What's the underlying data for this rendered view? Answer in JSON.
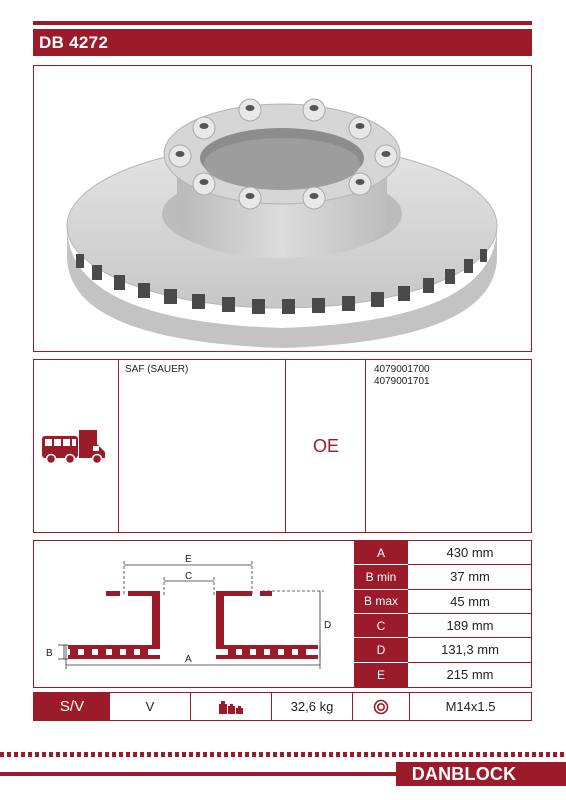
{
  "header": {
    "title": "DB 4272"
  },
  "application": {
    "vehicle_icon": "truck-bus-icon",
    "make": "SAF (SAUER)",
    "oe_label": "OE",
    "oe_numbers": [
      "4079001700",
      "4079001701"
    ]
  },
  "diagram": {
    "labels": {
      "A": "A",
      "B": "B",
      "C": "C",
      "D": "D",
      "E": "E"
    }
  },
  "specs": [
    {
      "key": "A",
      "value": "430 mm"
    },
    {
      "key": "B min",
      "value": "37 mm"
    },
    {
      "key": "B max",
      "value": "45 mm"
    },
    {
      "key": "C",
      "value": "189 mm"
    },
    {
      "key": "D",
      "value": "131,3 mm"
    },
    {
      "key": "E",
      "value": "215 mm"
    }
  ],
  "footer_strip": {
    "sv_label": "S/V",
    "sv_value": "V",
    "weight_icon": "weights-icon",
    "weight_value": "32,6 kg",
    "bolt_icon": "bolt-thread-icon",
    "bolt_value": "M14x1.5"
  },
  "brand": {
    "name": "DANBLOCK"
  },
  "colors": {
    "accent": "#9b1b2a",
    "disc": "#cfcfcf"
  }
}
